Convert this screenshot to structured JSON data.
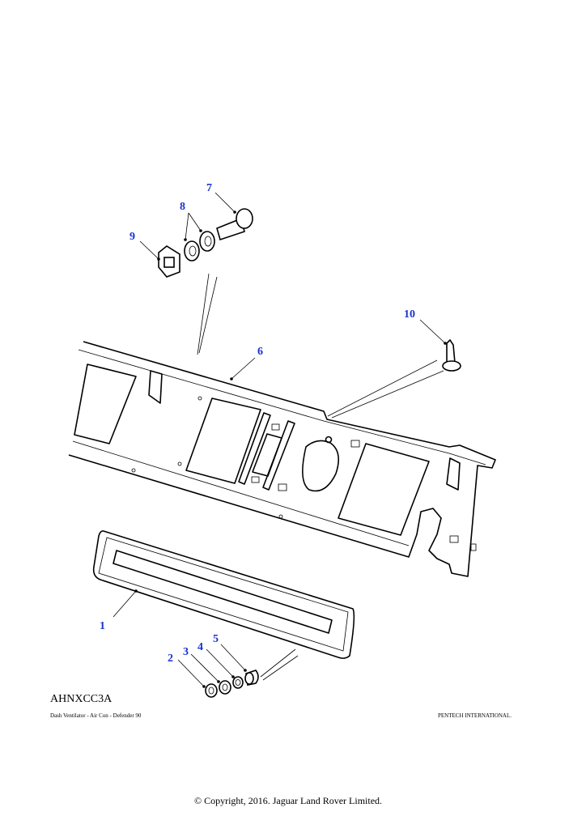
{
  "diagram": {
    "code": "AHNXCC3A",
    "title": "Dash Ventilator - Air Con - Defender 90",
    "maker": "PENTECH INTERNATIONAL.",
    "callouts": [
      "1",
      "2",
      "3",
      "4",
      "5",
      "6",
      "7",
      "8",
      "9",
      "10"
    ],
    "callout_color": "#1a33cc"
  },
  "footer": {
    "copyright": "© Copyright, 2016. Jaguar Land Rover Limited."
  }
}
